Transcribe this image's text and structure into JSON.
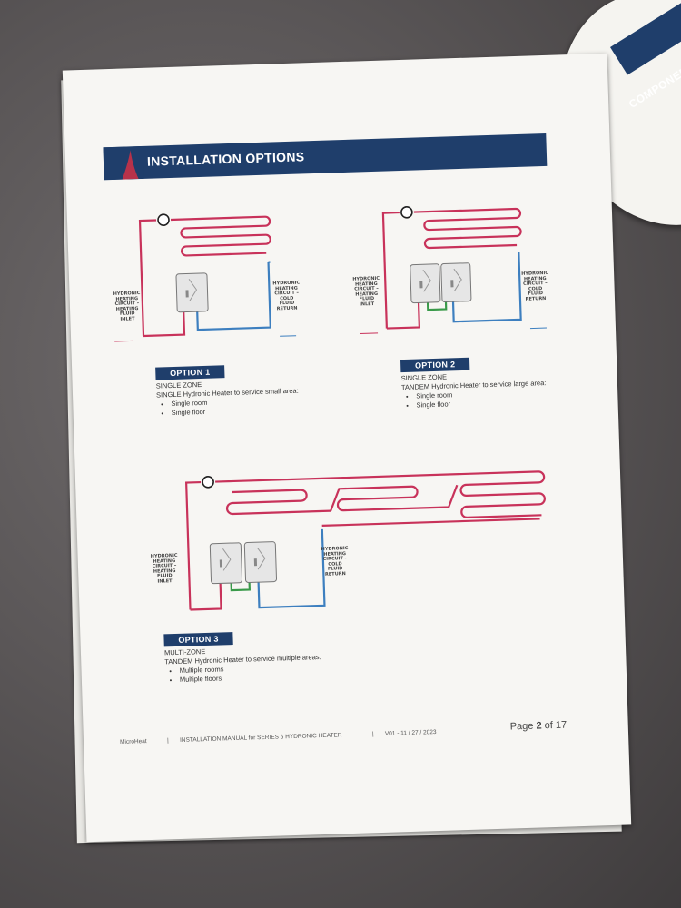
{
  "section_title": "INSTALLATION OPTIONS",
  "booklet_title": "COMPONEN",
  "labels": {
    "inlet": [
      "HYDRONIC",
      "HEATING",
      "CIRCUIT –",
      "HEATING",
      "FLUID",
      "INLET"
    ],
    "return": [
      "HYDRONIC",
      "HEATING",
      "CIRCUIT –",
      "COLD",
      "FLUID",
      "RETURN"
    ]
  },
  "options": [
    {
      "badge": "OPTION 1",
      "zone": "SINGLE ZONE",
      "description": "SINGLE Hydronic Heater to service small area:",
      "bullets": [
        "Single room",
        "Single floor"
      ]
    },
    {
      "badge": "OPTION 2",
      "zone": "SINGLE ZONE",
      "description": "TANDEM Hydronic Heater to service large area:",
      "bullets": [
        "Single room",
        "Single floor"
      ]
    },
    {
      "badge": "OPTION 3",
      "zone": "MULTI-ZONE",
      "description": "TANDEM Hydronic Heater to service multiple areas:",
      "bullets": [
        "Multiple rooms",
        "Multiple floors"
      ]
    }
  ],
  "footer": {
    "brand": "MicroHeat",
    "sep1": "|",
    "manual": "INSTALLATION MANUAL for SERIES 6 HYDRONIC HEATER",
    "sep2": "|",
    "version": "V01 - 11 / 27 / 2023",
    "page_prefix": "Page",
    "page_current": "2",
    "page_of": "of 17"
  },
  "colors": {
    "banner": "#1f3e6b",
    "hot_pipe": "#c8325a",
    "cold_pipe": "#3d7fbf",
    "connector": "#3a9a4a",
    "accent_red": "#b8324a"
  }
}
